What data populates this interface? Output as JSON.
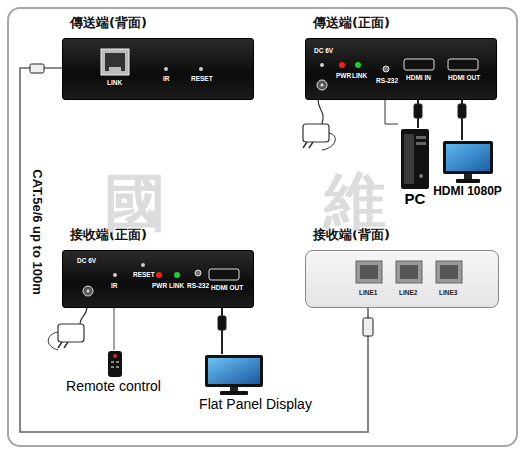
{
  "diagram": {
    "nodes": [
      {
        "text": [
          "傳送端(背面)"
        ]
      },
      {
        "text": [
          "傳送端(正面)"
        ]
      },
      {
        "text": [
          "PC"
        ]
      },
      {
        "text": [
          "HDMI 1080P"
        ]
      },
      {
        "text": [
          "接收端(正面)"
        ]
      },
      {
        "text": [
          "接收端(背面)"
        ]
      },
      {
        "text": [
          "Remote control"
        ]
      },
      {
        "text": [
          "Flat Panel Display"
        ]
      }
    ],
    "edges": [
      {
        "from": 0,
        "to": 5,
        "label": "CAT.5e/6 up to 100m",
        "arrow": "none"
      },
      {
        "from": 1,
        "to": 2,
        "arrow": "none"
      },
      {
        "from": 1,
        "to": 2,
        "arrow": "none"
      },
      {
        "from": 1,
        "to": 3,
        "arrow": "none"
      },
      {
        "from": 4,
        "to": 6,
        "arrow": "none"
      },
      {
        "from": 4,
        "to": 7,
        "arrow": "none"
      }
    ],
    "labels": [
      "LINK",
      "IR",
      "RESET",
      "DC 6V",
      "PWR",
      "LINK",
      "RS-232",
      "HDMI IN",
      "HDMI OUT",
      "DC 6V",
      "IR",
      "RESET",
      "PWR",
      "LINK",
      "RS-232",
      "HDMI OUT",
      "LINE1",
      "LINE2",
      "LINE3",
      "國",
      "維"
    ]
  }
}
